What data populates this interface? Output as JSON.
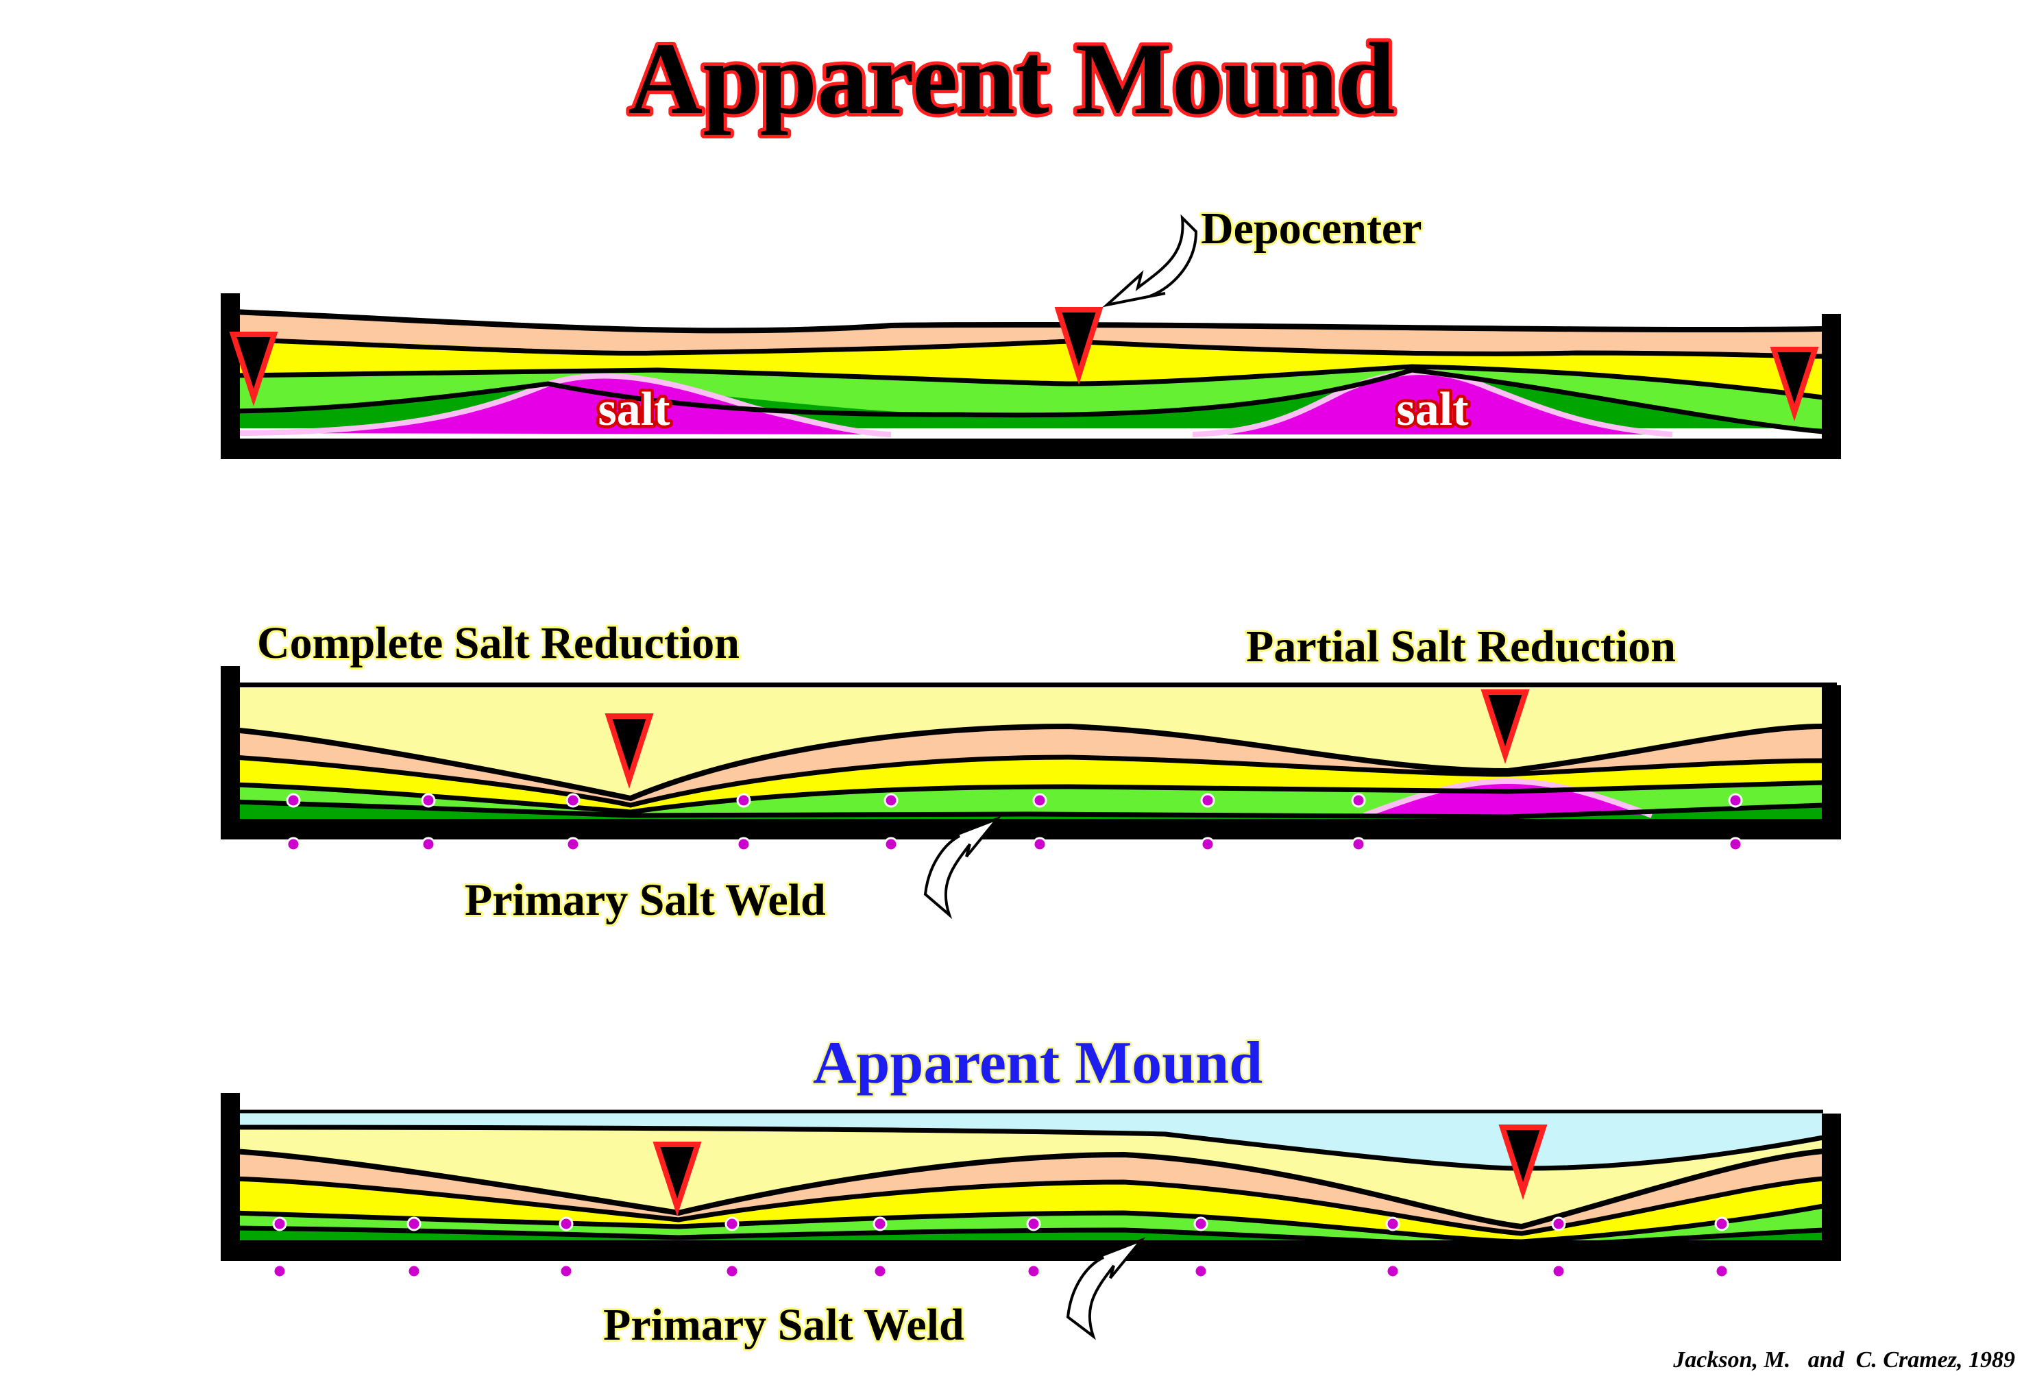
{
  "title": "Apparent Mound",
  "panel1": {
    "depocenter_label": "Depocenter",
    "salt_label_left": "salt",
    "salt_label_right": "salt"
  },
  "panel2": {
    "complete_label": "Complete Salt Reduction",
    "partial_label": "Partial Salt Reduction",
    "weld_label": "Primary Salt Weld"
  },
  "panel3": {
    "subtitle": "Apparent Mound",
    "weld_label": "Primary Salt Weld"
  },
  "credit": "Jackson, M.   and  C. Cramez, 1989",
  "colors": {
    "upper_sand": "#fdfb9f",
    "peach": "#fdc9a0",
    "yellow": "#fdfd00",
    "light_green": "#66f033",
    "dark_green": "#00a500",
    "salt": "#e600e6",
    "salt_rim": "#fcc0f4",
    "water": "#c8f4fa",
    "marker": "#d8d8d8",
    "marker_stroke": "#ff2020",
    "weld_dot": "#cc00cc"
  }
}
